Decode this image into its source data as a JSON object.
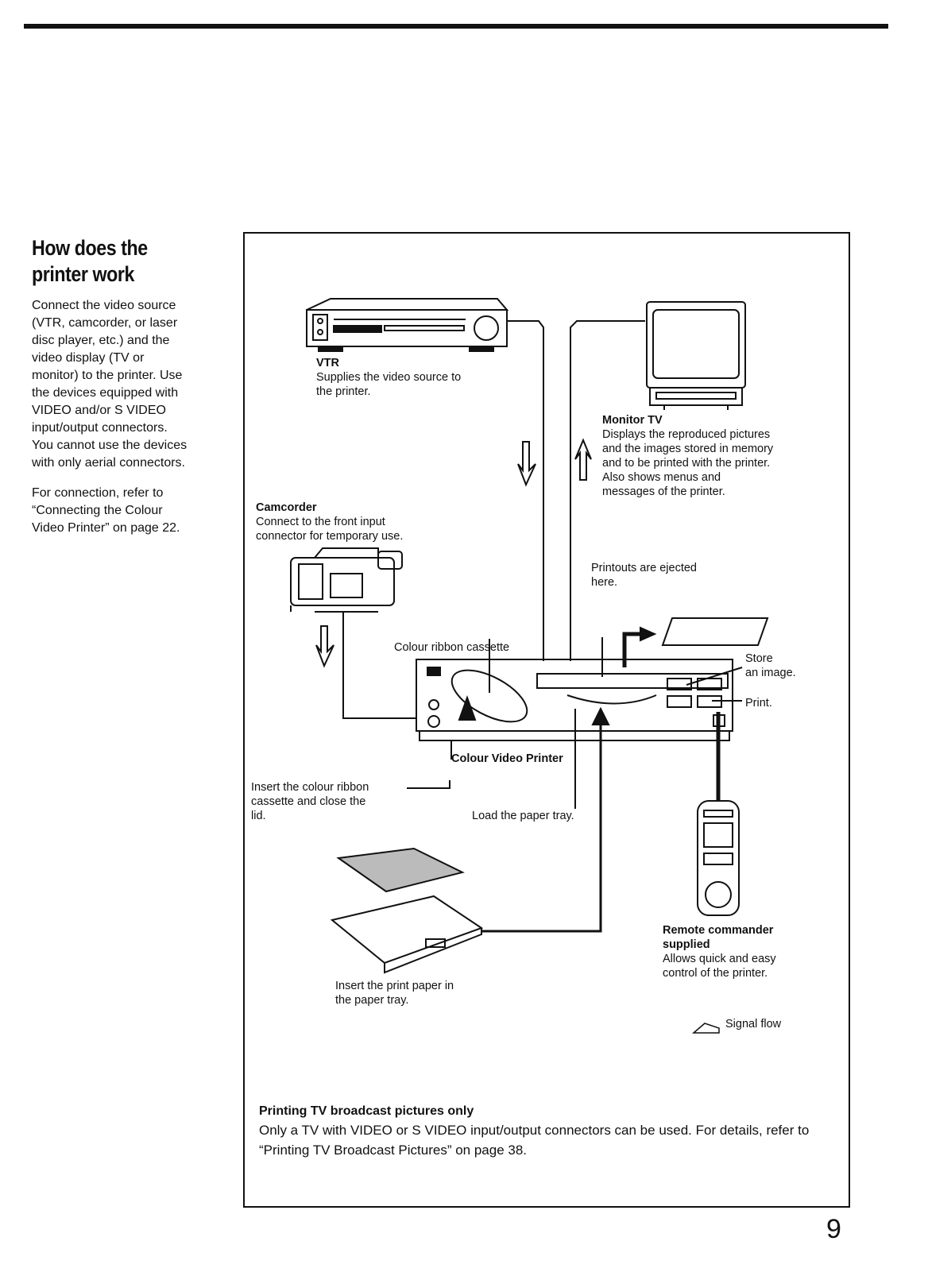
{
  "sidebar": {
    "title_line1": "How does the",
    "title_line2": "printer work",
    "paragraph1": [
      "Connect the video source",
      "(VTR, camcorder, or laser",
      "disc player, etc.) and the",
      "video display (TV or",
      "monitor) to the printer. Use",
      "the devices equipped with",
      "VIDEO and/or S VIDEO",
      "input/output connectors.",
      "You cannot use the devices",
      "with only aerial connectors."
    ],
    "paragraph2": [
      "For connection, refer to",
      "“Connecting the Colour",
      "Video Printer” on page 22."
    ]
  },
  "diagram": {
    "vtr": {
      "title": "VTR",
      "lines": [
        "Supplies the video source to",
        "the printer."
      ]
    },
    "monitor": {
      "title": "Monitor TV",
      "lines": [
        "Displays the reproduced pictures",
        "and the images stored in memory",
        "and to be printed with the printer.",
        "Also shows menus and",
        "messages of the printer."
      ]
    },
    "camcorder": {
      "title": "Camcorder",
      "lines": [
        "Connect to the front input",
        "connector for temporary use."
      ]
    },
    "printouts": [
      "Printouts are ejected",
      "here."
    ],
    "ribbon": "Colour ribbon cassette",
    "store": [
      "Store",
      "an image."
    ],
    "print": "Print.",
    "printer": "Colour Video Printer",
    "insert_ribbon": [
      "Insert the colour ribbon",
      "cassette and close the",
      "lid."
    ],
    "load_tray": "Load the paper tray.",
    "insert_paper": [
      "Insert the print paper in",
      "the paper tray."
    ],
    "remote": {
      "title_lines": [
        "Remote commander",
        "supplied"
      ],
      "lines": [
        "Allows quick and easy",
        "control of the printer."
      ]
    },
    "legend": "Signal flow"
  },
  "note": {
    "title": "Printing TV broadcast pictures only",
    "body": "Only a TV with VIDEO or S VIDEO input/output connectors can be used. For details, refer to “Printing TV Broadcast Pictures” on page 38."
  },
  "page_number": "9"
}
